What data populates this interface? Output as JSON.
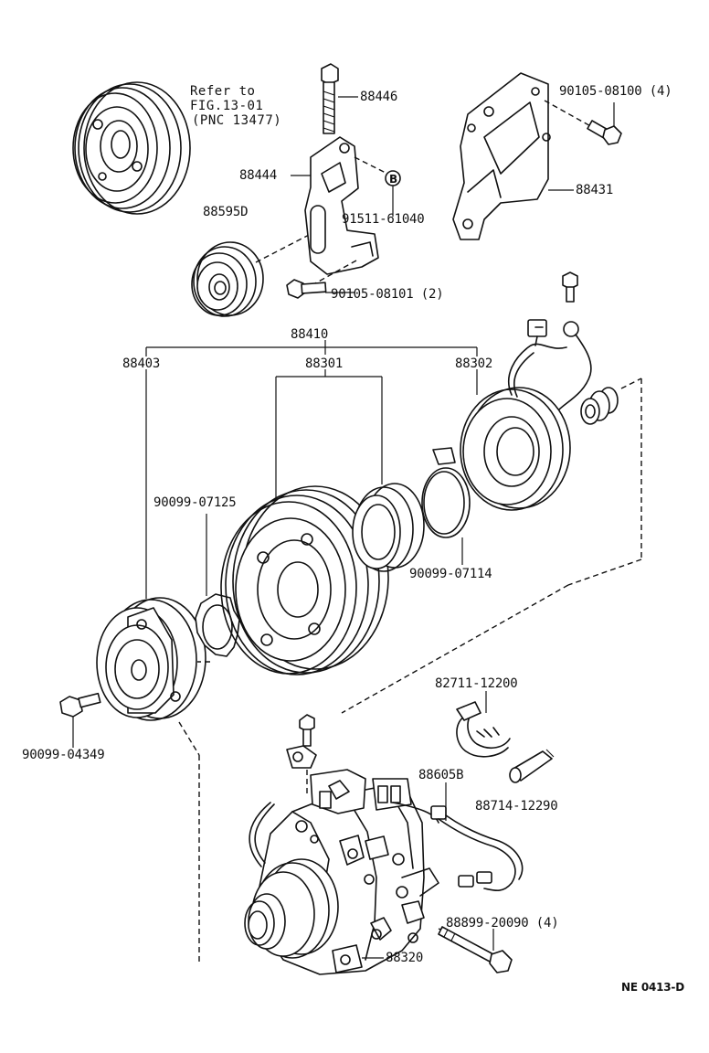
{
  "labels": {
    "refer_line1": "Refer to",
    "refer_line2": "FIG.13-01",
    "refer_line3": "(PNC 13477)",
    "p88446": "88446",
    "p90105_08100": "90105-08100 (4)",
    "p88444": "88444",
    "p91511_61040": "91511-61040",
    "p88431": "88431",
    "p88595D": "88595D",
    "p90105_08101": "90105-08101 (2)",
    "p88410": "88410",
    "p88403": "88403",
    "p88301": "88301",
    "p88302": "88302",
    "p90099_07125": "90099-07125",
    "p90099_07114": "90099-07114",
    "p90099_04349": "90099-04349",
    "p82711_12200": "82711-12200",
    "p88605B": "88605B",
    "p88714_12290": "88714-12290",
    "p88899_20090": "88899-20090 (4)",
    "p88320": "88320",
    "marker_b": "B",
    "figure_code": "NE 0413-D"
  }
}
